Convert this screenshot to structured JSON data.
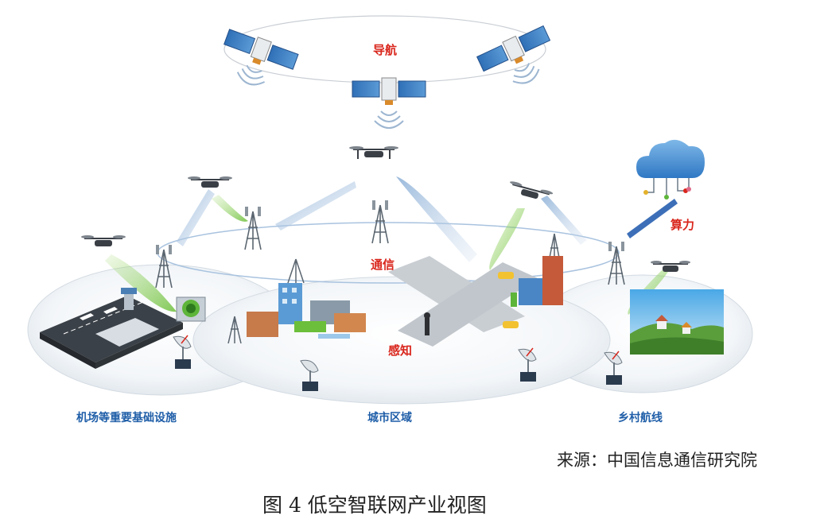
{
  "labels": {
    "navigation": "导航",
    "communication": "通信",
    "computing": "算力",
    "sensing": "感知"
  },
  "zones": {
    "airport": "机场等重要基础设施",
    "city": "城市区域",
    "rural": "乡村航线"
  },
  "source": "来源：中国信息通信研究院",
  "caption": "图 4  低空智联网产业视图"
}
